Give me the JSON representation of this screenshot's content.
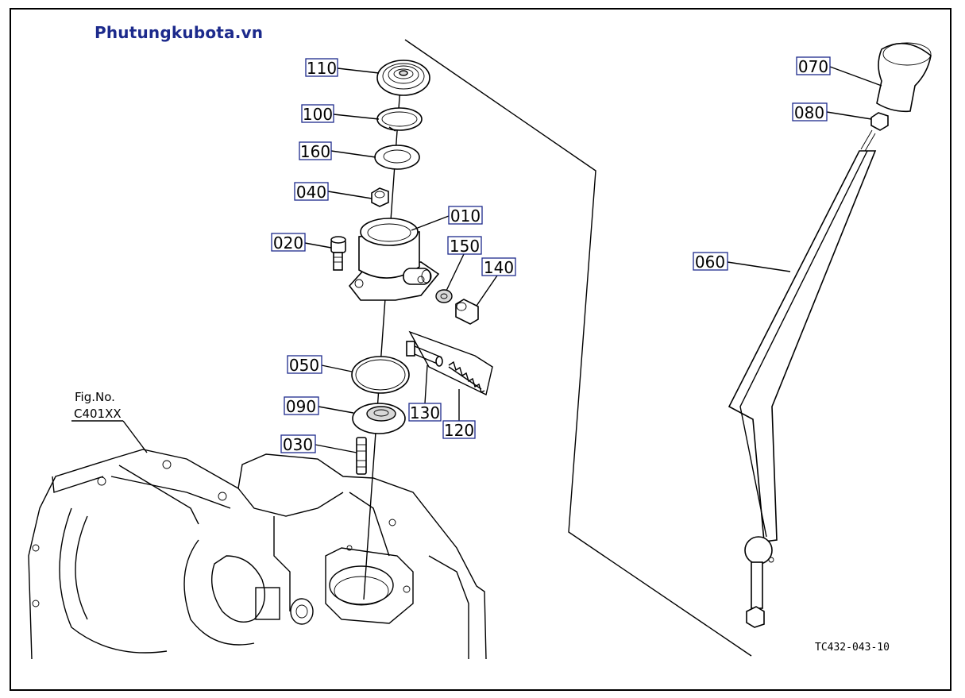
{
  "brand": "Phutungkubota.vn",
  "figure_ref": {
    "line1": "Fig.No.",
    "line2": "C401XX"
  },
  "drawing_code": "TC432-043-10",
  "callouts": [
    "110",
    "100",
    "160",
    "040",
    "010",
    "020",
    "150",
    "140",
    "050",
    "130",
    "120",
    "090",
    "030",
    "070",
    "080",
    "060"
  ],
  "colors": {
    "brand": "#1c2a8c",
    "callout_border": "#1c2a8c",
    "line": "#000000",
    "background": "#ffffff"
  }
}
